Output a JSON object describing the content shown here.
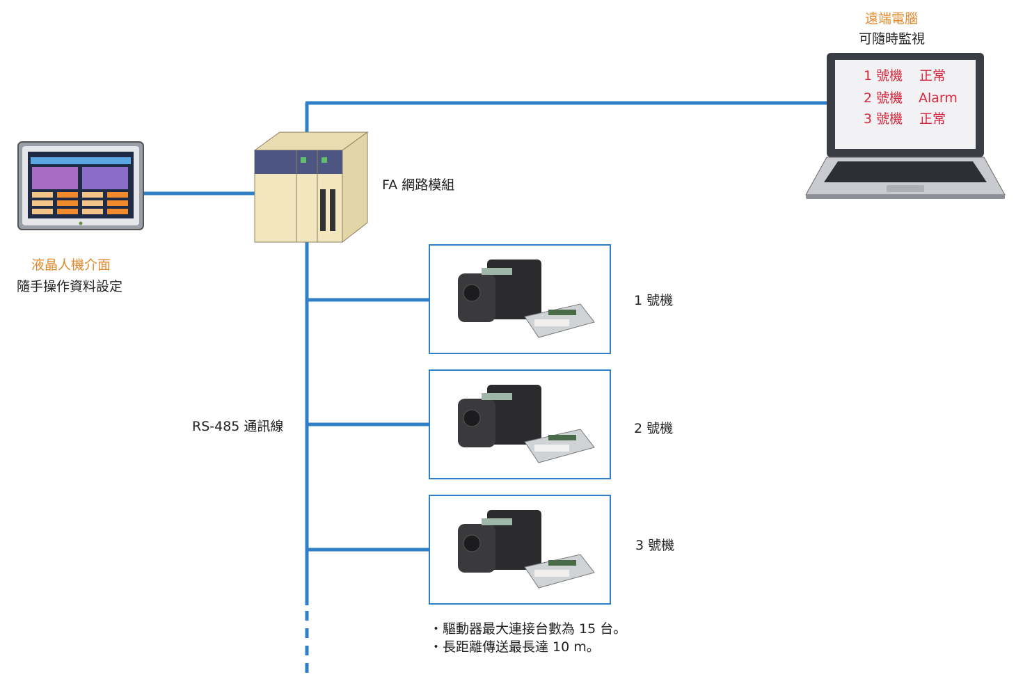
{
  "hmi": {
    "title": "液晶人機介面",
    "subtitle": "隨手操作資料設定"
  },
  "plc": {
    "label": "FA 網路模組"
  },
  "pc": {
    "title": "遠端電腦",
    "subtitle": "可隨時監視",
    "screen_rows": [
      {
        "unit": "1 號機",
        "status": "正常"
      },
      {
        "unit": "2 號機",
        "status": "Alarm"
      },
      {
        "unit": "3 號機",
        "status": "正常"
      }
    ]
  },
  "bus": {
    "label": "RS-485 通訊線"
  },
  "units": [
    {
      "label": "1 號機"
    },
    {
      "label": "2 號機"
    },
    {
      "label": "3 號機"
    }
  ],
  "notes": [
    "・驅動器最大連接台數為 15 台。",
    "・長距離傳送最長達 10 m。"
  ],
  "colors": {
    "line": "#2f7fc6",
    "accent_orange": "#e08a2e",
    "alarm_red": "#d7263d"
  }
}
